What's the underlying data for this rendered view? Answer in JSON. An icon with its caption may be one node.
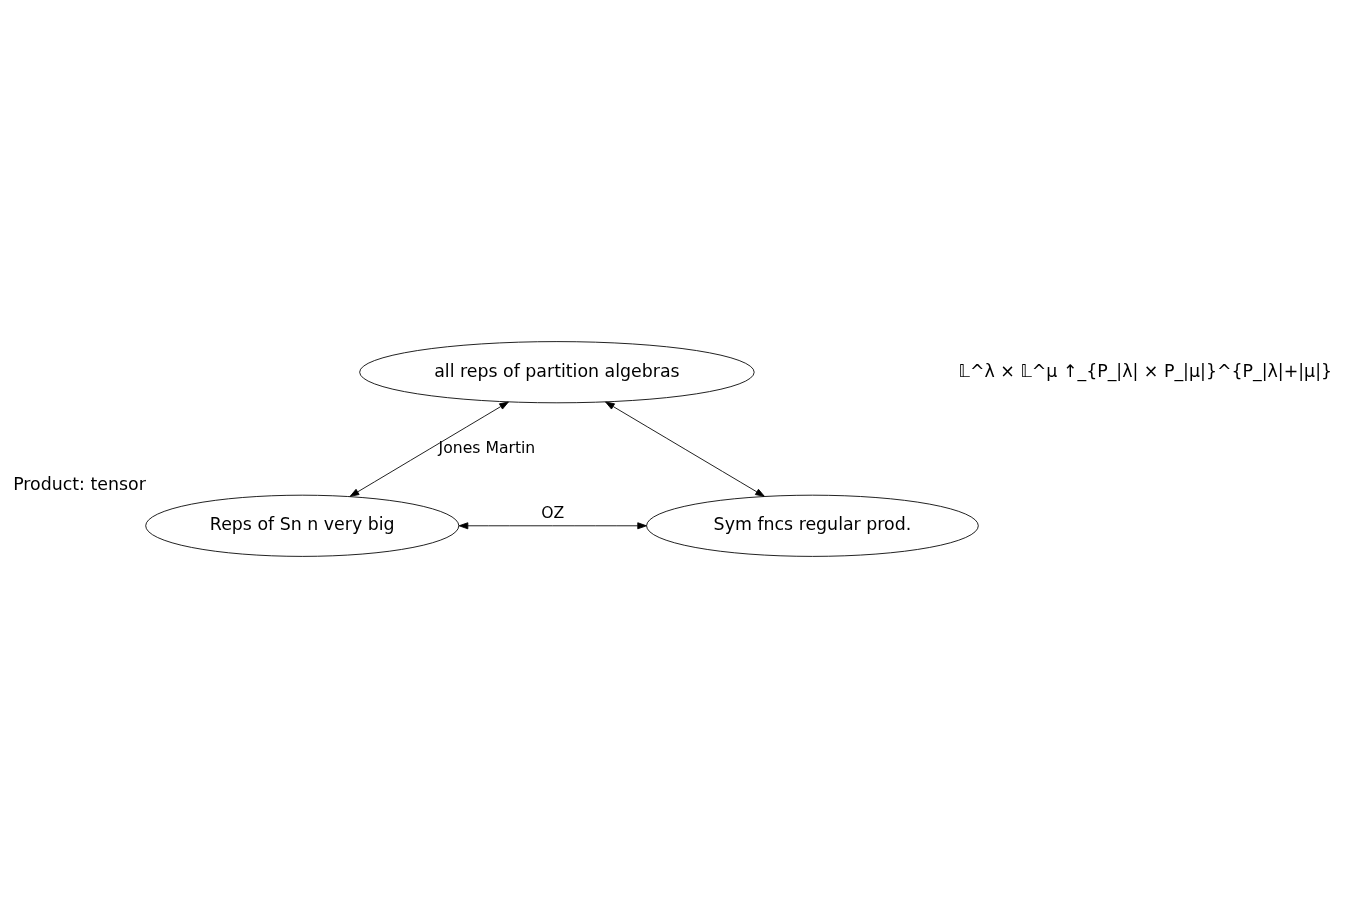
{
  "diagram": {
    "nodes": [
      {
        "text": [
          "all reps of partition algebras"
        ]
      },
      {
        "text": [
          "Reps of Sn n very big"
        ],
        "beside": [
          "Product: tensor"
        ]
      },
      {
        "text": [
          "Sym fncs regular prod."
        ]
      }
    ],
    "edges": [
      {
        "from": 0,
        "to": 1,
        "arrow": "both",
        "label": "Jones Martin"
      },
      {
        "from": 0,
        "to": 2,
        "arrow": "both"
      },
      {
        "from": 1,
        "to": 2,
        "arrow": "both",
        "label": "OZ"
      }
    ],
    "labels": [
      "𝕃^λ × 𝕃^μ ↑_{P_|λ| × P_|μ|}^{P_|λ|+|μ|}"
    ]
  }
}
